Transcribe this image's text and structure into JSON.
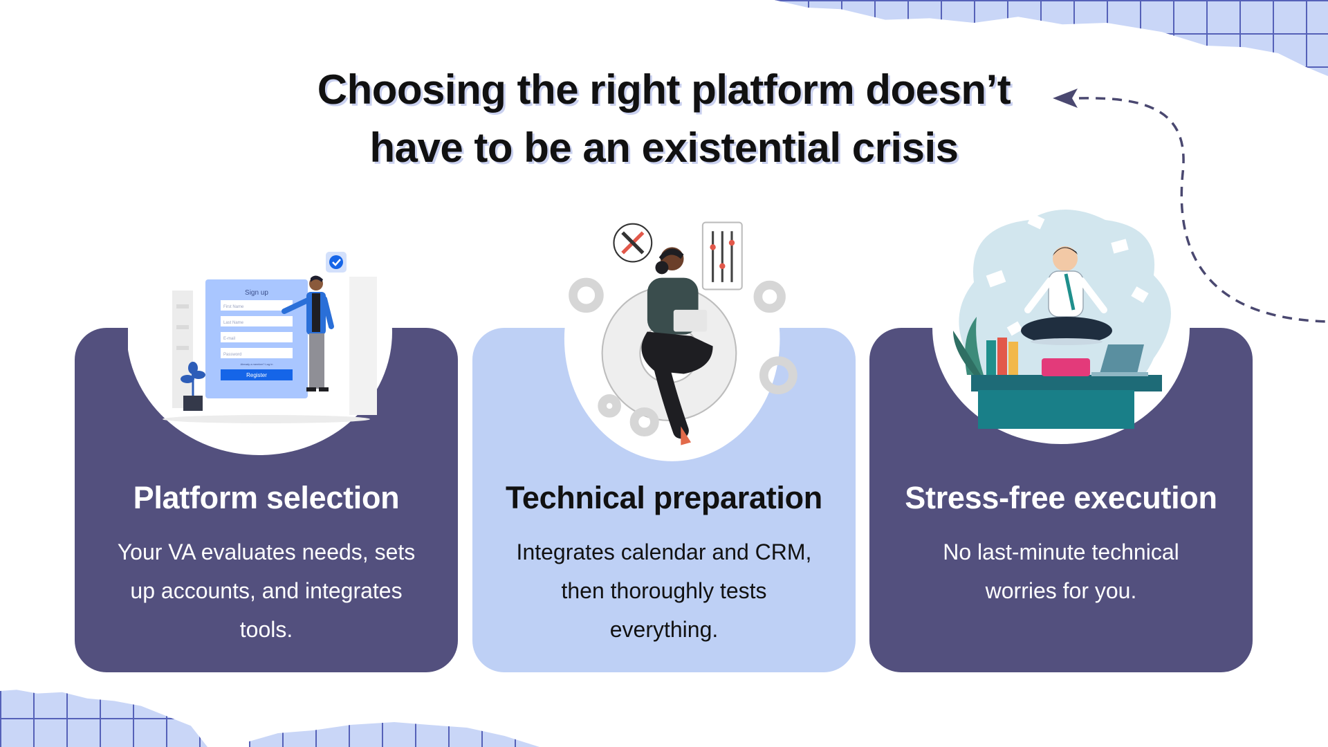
{
  "headline": {
    "line1": "Choosing the right platform doesn’t",
    "line2": "have to be an existential crisis"
  },
  "cards": [
    {
      "title": "Platform selection",
      "description": "Your VA evaluates needs, sets up accounts, and integrates tools.",
      "icon": "signup-form-illustration",
      "color": "#53507e"
    },
    {
      "title": "Technical preparation",
      "description": "Integrates calendar and CRM, then thoroughly tests everything.",
      "icon": "gears-laptop-illustration",
      "color": "#bed0f5"
    },
    {
      "title": "Stress-free execution",
      "description": "No last-minute technical worries for you.",
      "icon": "meditation-illustration",
      "color": "#53507e"
    }
  ],
  "signup_form": {
    "title": "Sign up",
    "first_name": "First Name",
    "last_name": "Last Name",
    "email": "E-mail",
    "password": "Password",
    "login_hint": "Already a member? Log in",
    "register": "Register"
  },
  "colors": {
    "accent_dark": "#53507e",
    "accent_light": "#bed0f5",
    "grid_paper": "#c9d6f7"
  }
}
